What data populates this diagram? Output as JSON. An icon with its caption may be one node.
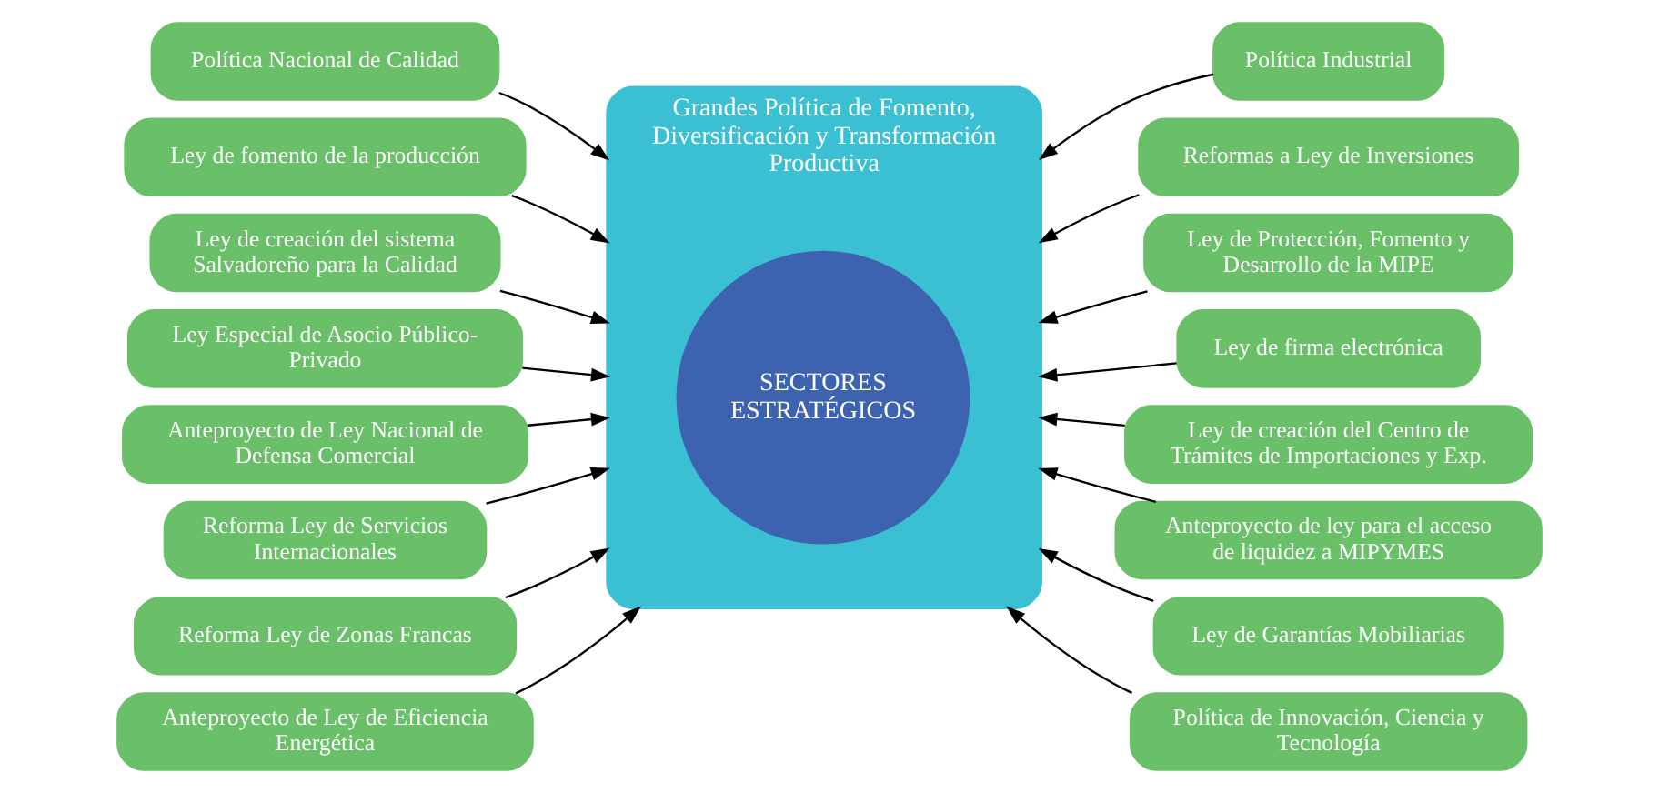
{
  "diagram": {
    "nodes": [
      {
        "text": [
          "Política Nacional de Calidad"
        ]
      },
      {
        "text": [
          "Grandes Política de Fomento, Diversificación y Transformación Productiva"
        ]
      },
      {
        "text": [
          "SECTORES ESTRATÉGICOS"
        ],
        "in": 1
      },
      {
        "text": [
          "Ley de fomento de la producción"
        ]
      },
      {
        "text": [
          "Ley de creación del sistema Salvadoreño para la Calidad"
        ]
      },
      {
        "text": [
          "Ley Especial de Asocio Público-Privado"
        ]
      },
      {
        "text": [
          "Anteproyecto de Ley Nacional de Defensa Comercial"
        ]
      },
      {
        "text": [
          "Reforma Ley de Servicios Internacionales"
        ]
      },
      {
        "text": [
          "Reforma Ley de Zonas Francas"
        ]
      },
      {
        "text": [
          "Anteproyecto de Ley de Eficiencia Energética"
        ]
      },
      {
        "text": [
          "Política Industrial"
        ]
      },
      {
        "text": [
          "Reformas a Ley de Inversiones"
        ]
      },
      {
        "text": [
          "Ley de Protección, Fomento y Desarrollo de la MIPE"
        ]
      },
      {
        "text": [
          "Ley de firma electrónica"
        ]
      },
      {
        "text": [
          "Ley de creación del Centro de Trámites de Importaciones y Exp."
        ]
      },
      {
        "text": [
          "Anteproyecto de ley para el acceso de liquidez a MIPYMES"
        ]
      },
      {
        "text": [
          "Ley de Garantías Mobiliarias"
        ]
      },
      {
        "text": [
          "Política de Innovación, Ciencia y Tecnología"
        ]
      }
    ],
    "edges": [
      {
        "from": 0,
        "to": 1,
        "arrow": "to"
      },
      {
        "from": 3,
        "to": 1,
        "arrow": "to"
      },
      {
        "from": 4,
        "to": 1,
        "arrow": "to"
      },
      {
        "from": 5,
        "to": 1,
        "arrow": "to"
      },
      {
        "from": 6,
        "to": 1,
        "arrow": "to"
      },
      {
        "from": 7,
        "to": 1,
        "arrow": "to"
      },
      {
        "from": 8,
        "to": 1,
        "arrow": "to"
      },
      {
        "from": 9,
        "to": 1,
        "arrow": "to"
      },
      {
        "from": 10,
        "to": 1,
        "arrow": "to"
      },
      {
        "from": 11,
        "to": 1,
        "arrow": "to"
      },
      {
        "from": 12,
        "to": 1,
        "arrow": "to"
      },
      {
        "from": 13,
        "to": 1,
        "arrow": "to"
      },
      {
        "from": 14,
        "to": 1,
        "arrow": "to"
      },
      {
        "from": 15,
        "to": 1,
        "arrow": "to"
      },
      {
        "from": 16,
        "to": 1,
        "arrow": "to"
      },
      {
        "from": 17,
        "to": 1,
        "arrow": "to"
      }
    ]
  }
}
